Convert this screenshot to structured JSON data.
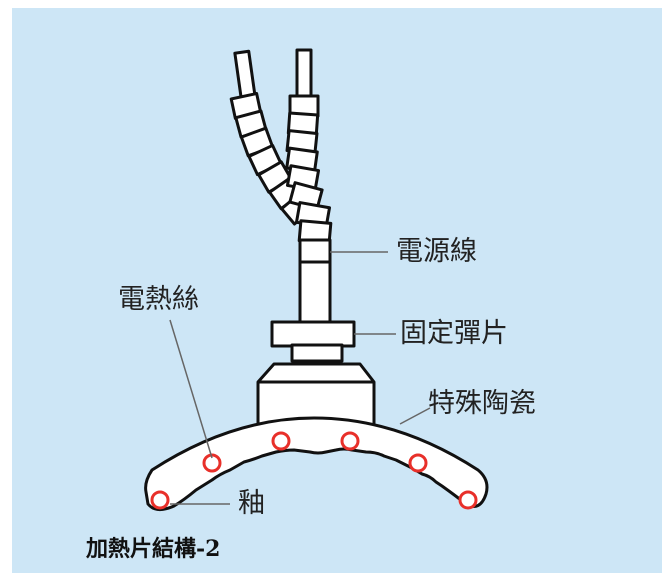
{
  "labels": {
    "power_cord": "電源線",
    "heating_wire": "電熱絲",
    "fixing_spring": "固定彈片",
    "special_ceramic": "特殊陶瓷",
    "shaft": "釉"
  },
  "caption": "加熱片結構-2",
  "colors": {
    "background": "#cde6f6",
    "line": "#111111",
    "hole": "#e8302a",
    "fill": "#ffffff"
  }
}
